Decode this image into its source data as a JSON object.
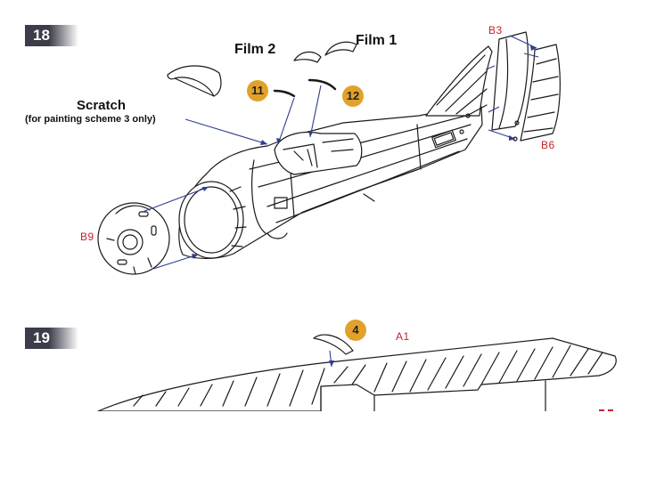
{
  "colors": {
    "badge_start": "#3b3d4a",
    "badge_end": "#ffffff",
    "callout_circle": "#e2a12a",
    "part_red": "#c8202a",
    "leader_line": "#2d3d8e",
    "line_art": "#1a1a1a"
  },
  "steps": [
    {
      "number": "18"
    },
    {
      "number": "19"
    }
  ],
  "step18": {
    "film1": "Film 1",
    "film2": "Film 2",
    "scratch": "Scratch",
    "scratch_note": "(for painting scheme 3 only)",
    "callout_11": "11",
    "callout_12": "12",
    "part_b3": "B3",
    "part_b6": "B6",
    "part_b9": "B9"
  },
  "step19": {
    "callout_4": "4",
    "part_a1": "A1"
  }
}
